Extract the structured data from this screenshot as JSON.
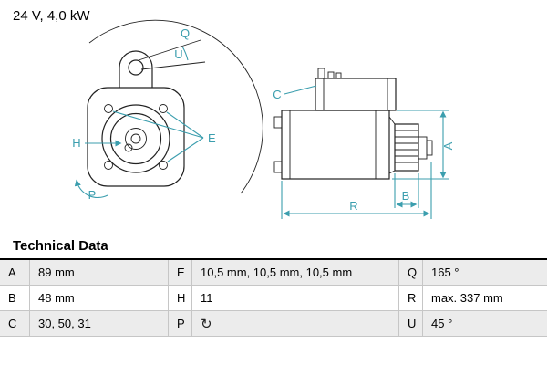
{
  "colors": {
    "accent": "#3b9eae",
    "row_alt": "#ececec"
  },
  "header": {
    "rating": "24 V, 4,0 kW"
  },
  "diagram": {
    "labels": {
      "q": "Q",
      "u": "U",
      "e": "E",
      "h": "H",
      "p": "P",
      "c": "C",
      "a": "A",
      "b": "B",
      "r": "R"
    }
  },
  "table": {
    "title": "Technical Data",
    "rows": [
      [
        {
          "key": "A",
          "value": "89 mm"
        },
        {
          "key": "E",
          "value": "10,5 mm, 10,5 mm, 10,5 mm"
        },
        {
          "key": "Q",
          "value": "165 °"
        }
      ],
      [
        {
          "key": "B",
          "value": "48 mm"
        },
        {
          "key": "H",
          "value": "11"
        },
        {
          "key": "R",
          "value": "max. 337 mm"
        }
      ],
      [
        {
          "key": "C",
          "value": "30, 50, 31"
        },
        {
          "key": "P",
          "value": "",
          "icon_name": "rotation-direction-icon",
          "icon_glyph": "↻"
        },
        {
          "key": "U",
          "value": "45 °"
        }
      ]
    ]
  }
}
